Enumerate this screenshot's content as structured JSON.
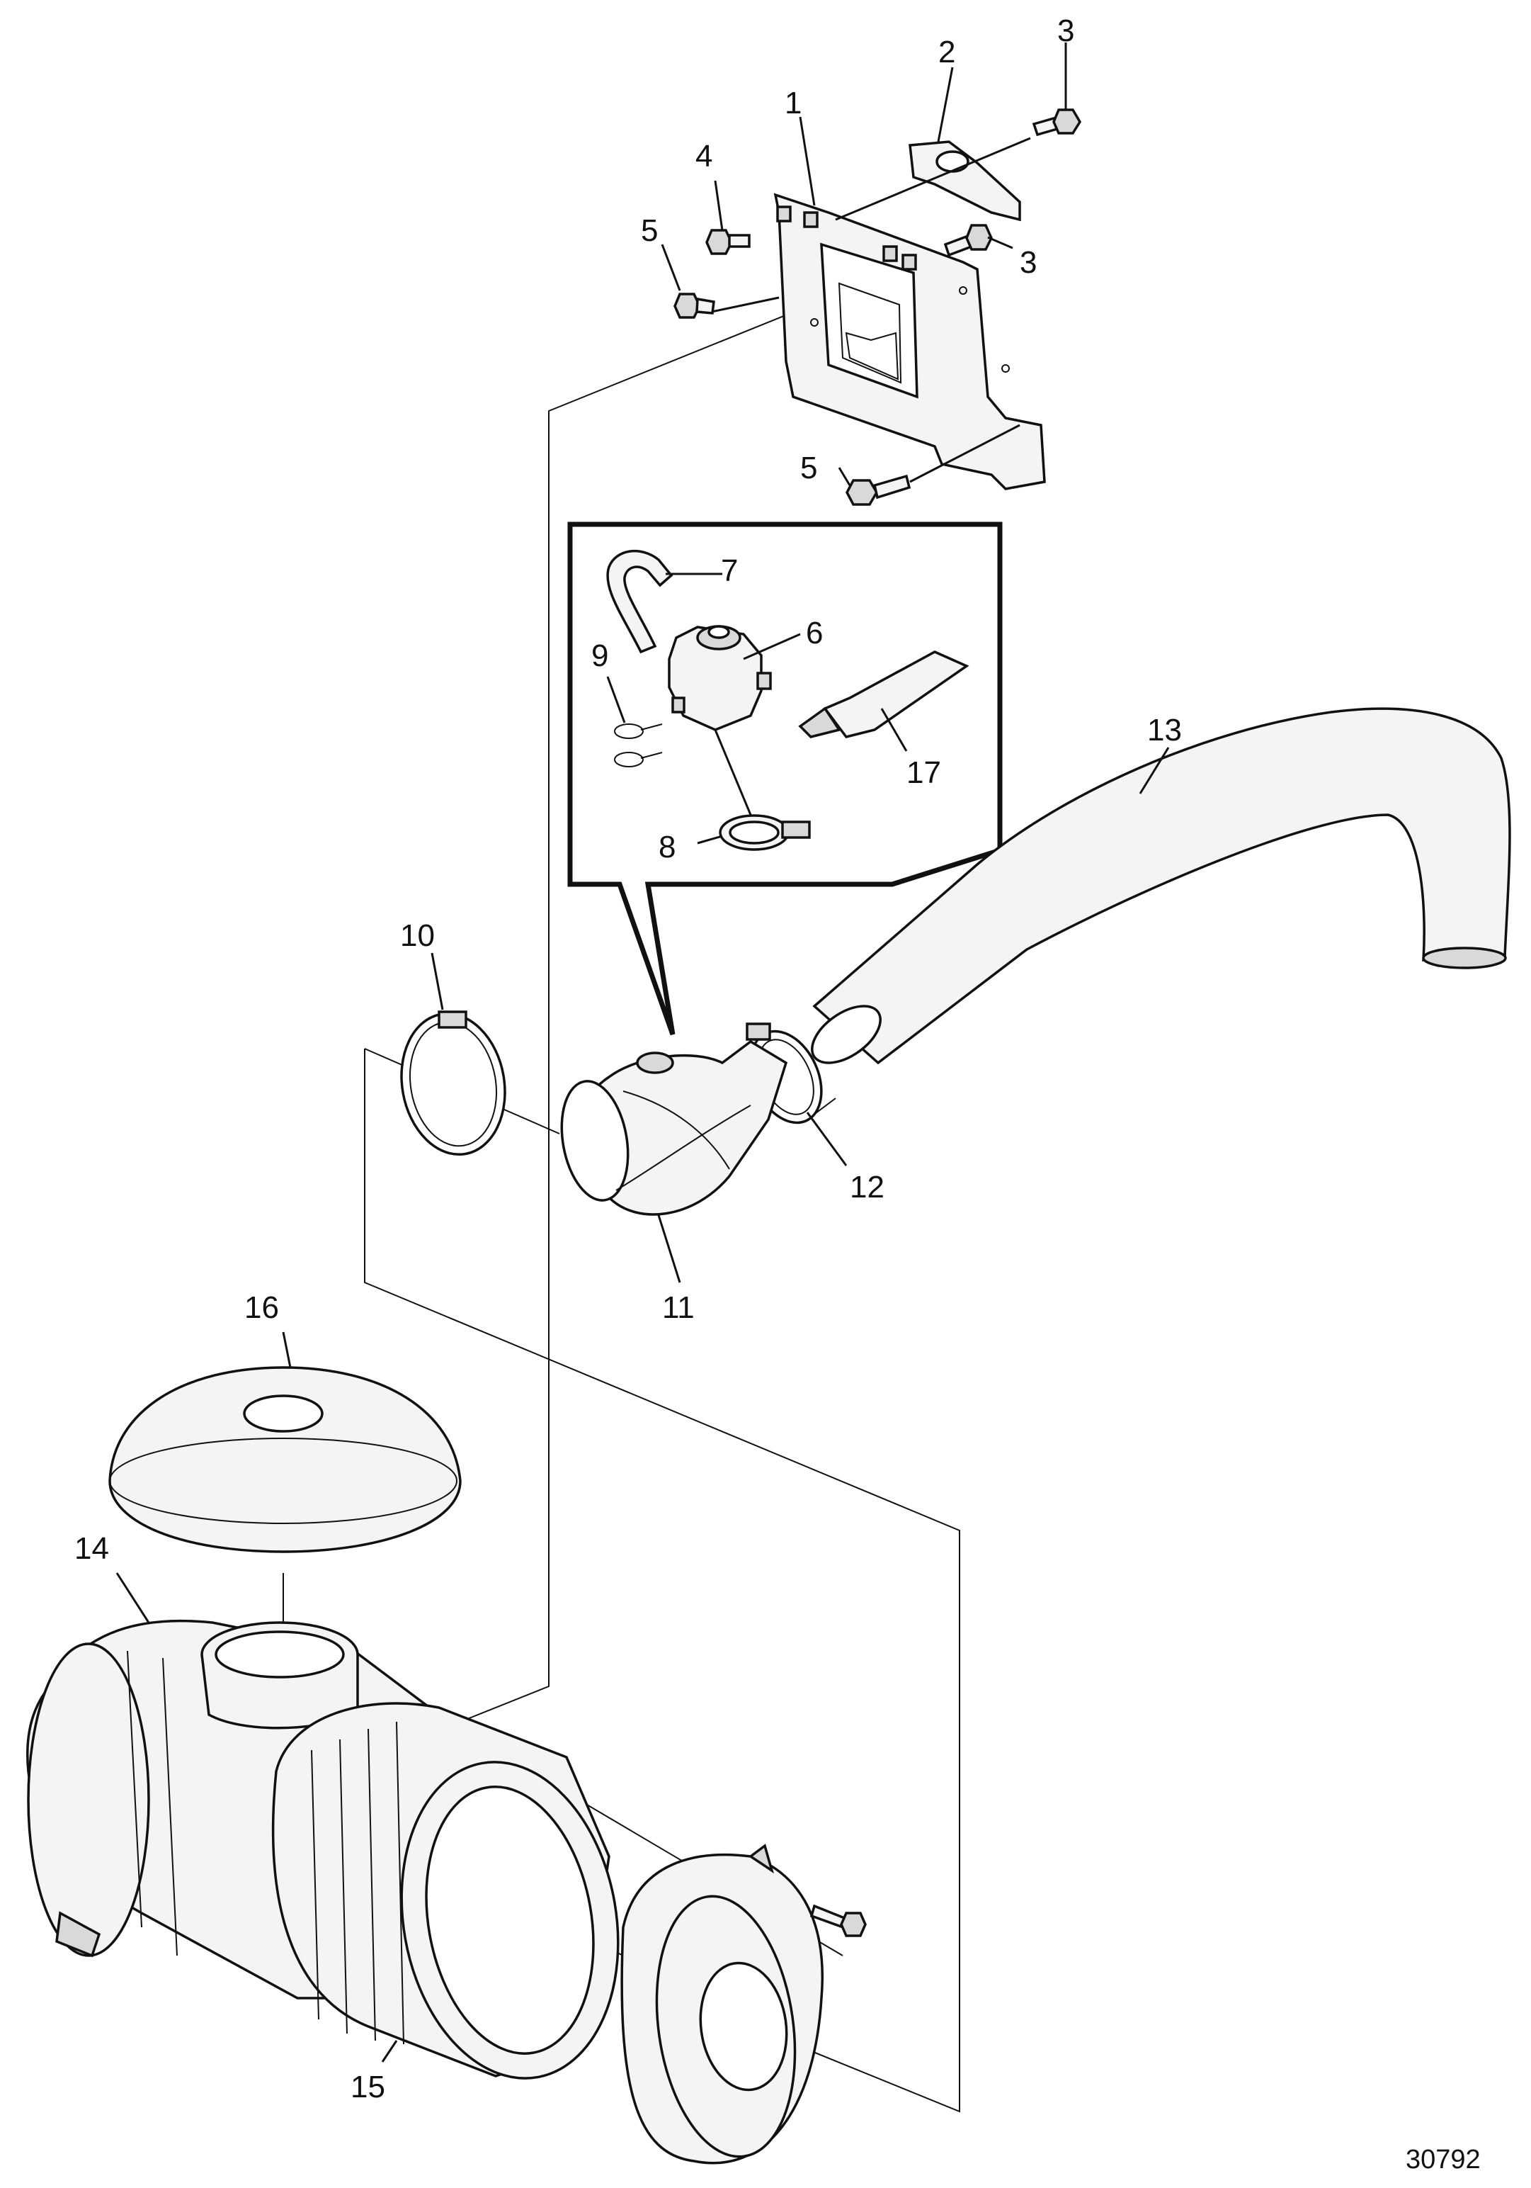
{
  "figure_number": "30792",
  "callouts": {
    "c1": "1",
    "c2": "2",
    "c3a": "3",
    "c3b": "3",
    "c4": "4",
    "c5a": "5",
    "c5b": "5",
    "c6": "6",
    "c7": "7",
    "c8": "8",
    "c9": "9",
    "c10": "10",
    "c11": "11",
    "c12": "12",
    "c13": "13",
    "c14": "14",
    "c15": "15",
    "c16": "16",
    "c17": "17"
  }
}
